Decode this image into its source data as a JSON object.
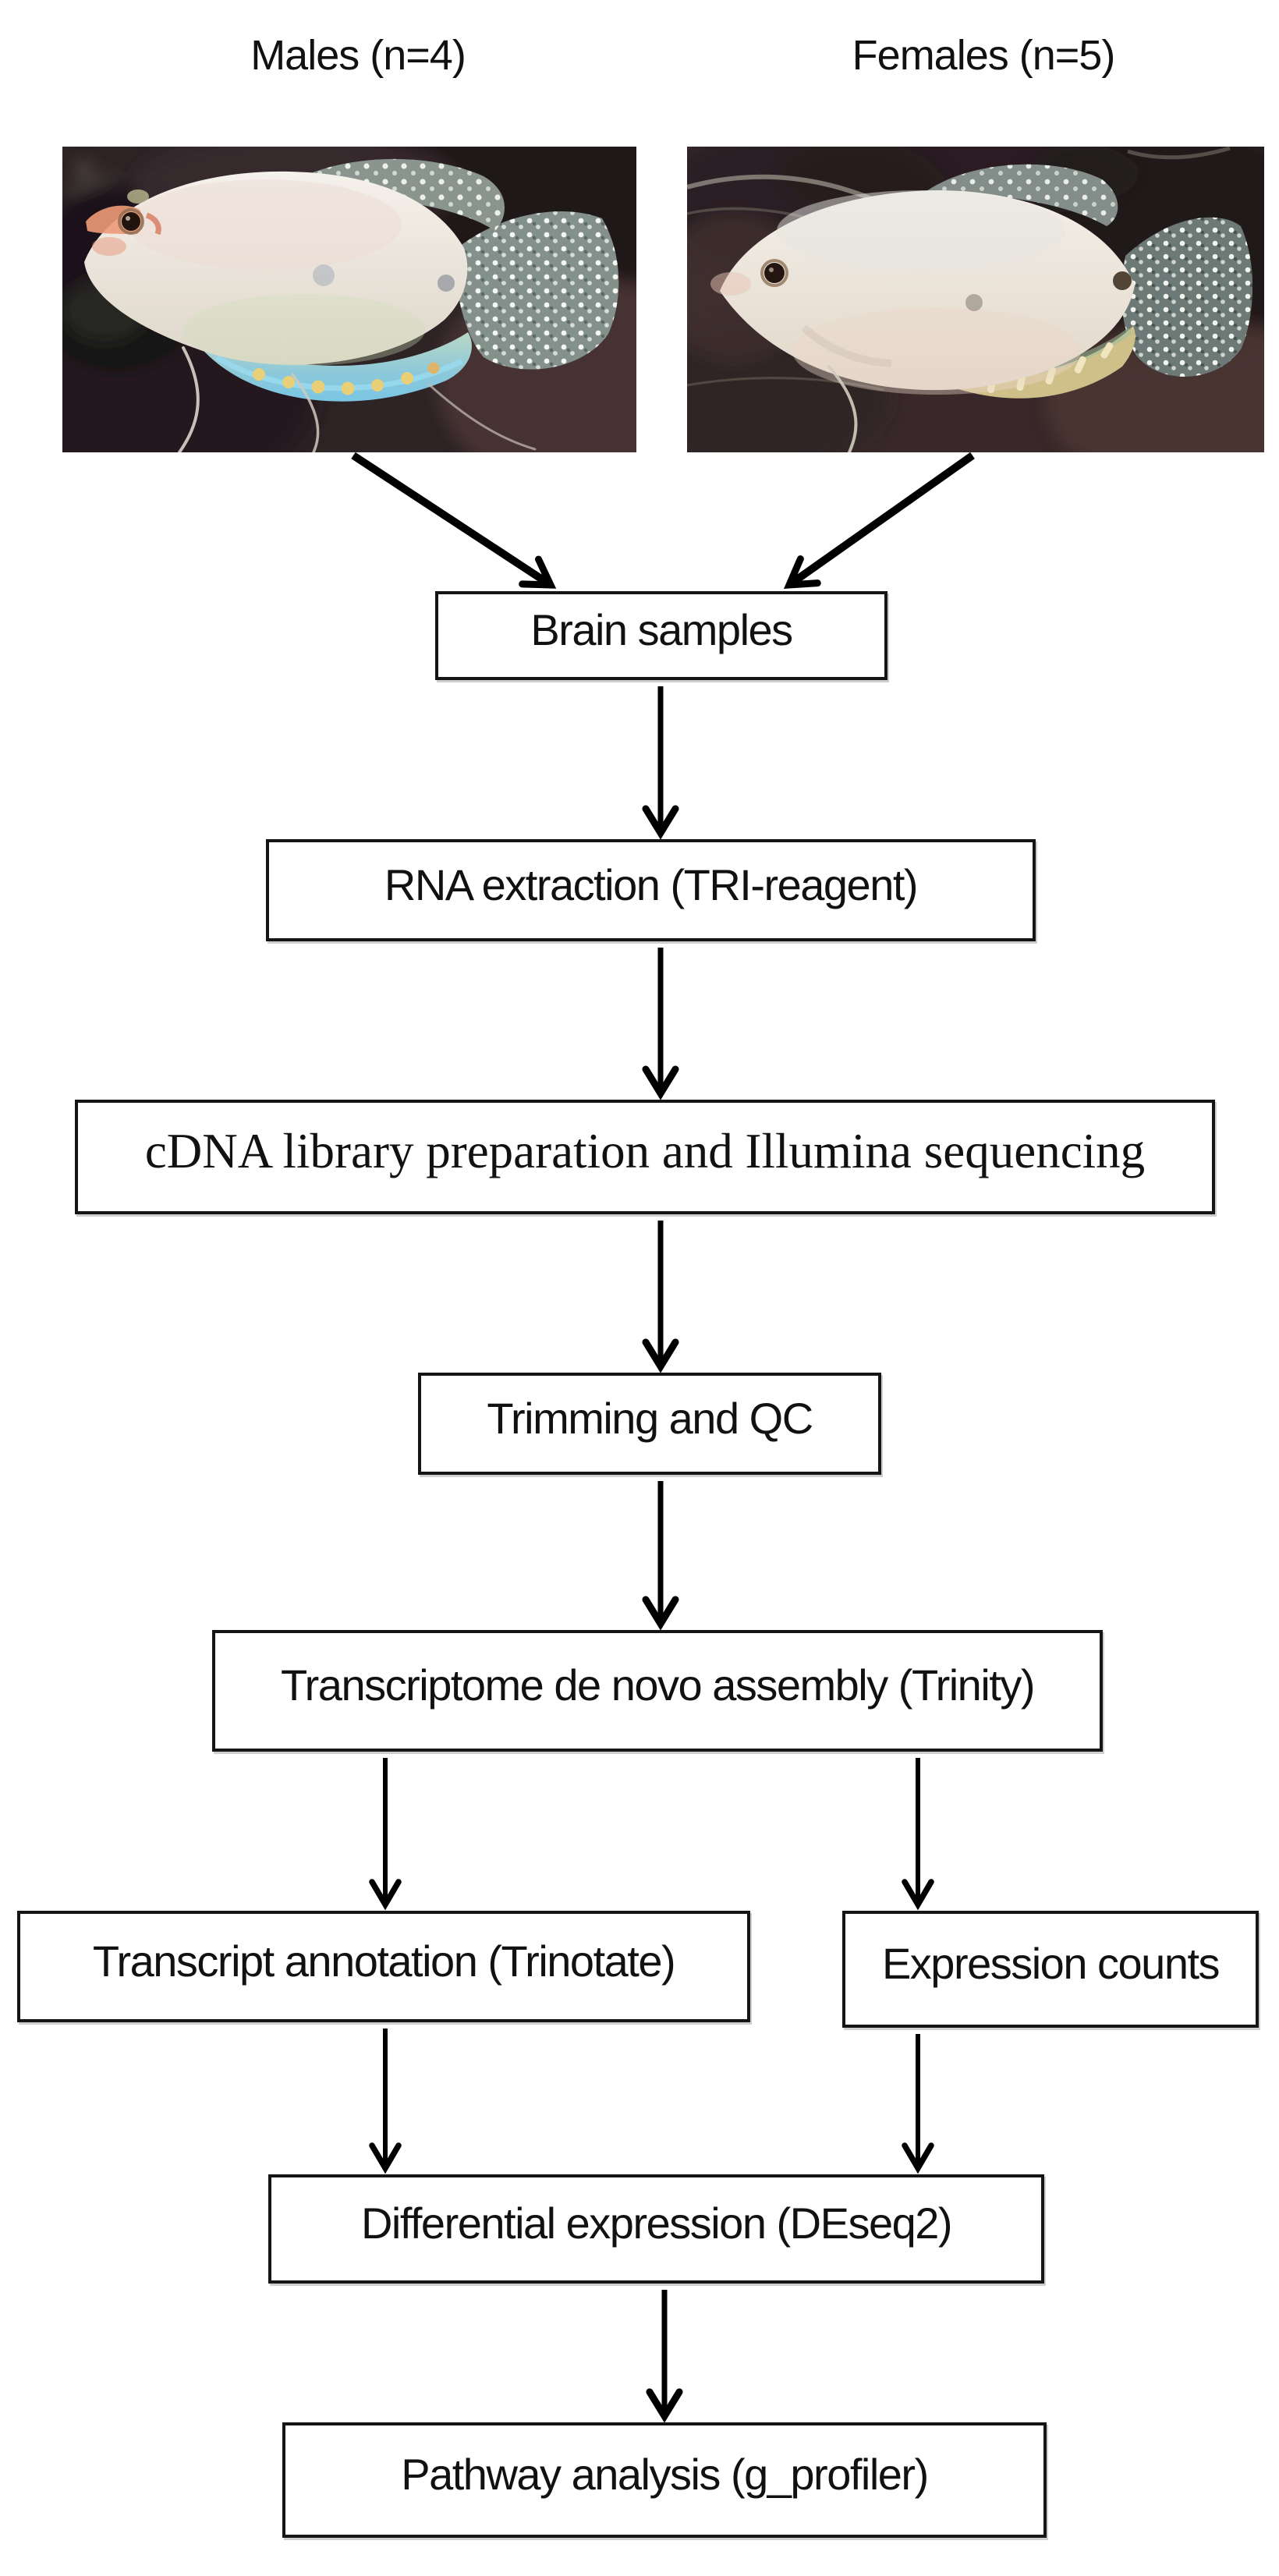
{
  "diagram": {
    "top_labels": {
      "males": "Males (n=4)",
      "females": "Females (n=5)"
    },
    "photos": [
      {
        "name": "male-fish-photo",
        "caption_ref": "males",
        "depicts": "pale opaline gourami fish on dark background, spotted fins, blue-yellow anal fin"
      },
      {
        "name": "female-fish-photo",
        "caption_ref": "females",
        "depicts": "pale plump gourami fish on dark brown background, dark tail spot, yellow-banded anal fin"
      }
    ],
    "nodes": [
      {
        "id": "brain-samples",
        "label": "Brain samples"
      },
      {
        "id": "rna-extraction",
        "label": "RNA extraction (TRI-reagent)"
      },
      {
        "id": "cdna-library-sequencing",
        "label": "cDNA library preparation and Illumina sequencing"
      },
      {
        "id": "trimming-qc",
        "label": "Trimming and QC"
      },
      {
        "id": "transcriptome-assembly",
        "label": "Transcriptome de novo assembly (Trinity)"
      },
      {
        "id": "transcript-annotation",
        "label": "Transcript annotation (Trinotate)"
      },
      {
        "id": "expression-counts",
        "label": "Expression counts"
      },
      {
        "id": "differential-expression",
        "label": "Differential expression (DEseq2)"
      },
      {
        "id": "pathway-analysis",
        "label": "Pathway analysis (g_profiler)"
      }
    ],
    "edges": [
      {
        "from": "male-fish-photo",
        "to": "brain-samples"
      },
      {
        "from": "female-fish-photo",
        "to": "brain-samples"
      },
      {
        "from": "brain-samples",
        "to": "rna-extraction"
      },
      {
        "from": "rna-extraction",
        "to": "cdna-library-sequencing"
      },
      {
        "from": "cdna-library-sequencing",
        "to": "trimming-qc"
      },
      {
        "from": "trimming-qc",
        "to": "transcriptome-assembly"
      },
      {
        "from": "transcriptome-assembly",
        "to": "transcript-annotation"
      },
      {
        "from": "transcriptome-assembly",
        "to": "expression-counts"
      },
      {
        "from": "transcript-annotation",
        "to": "differential-expression"
      },
      {
        "from": "expression-counts",
        "to": "differential-expression"
      },
      {
        "from": "differential-expression",
        "to": "pathway-analysis"
      }
    ],
    "colors": {
      "page_background": "#ffffff",
      "box_fill": "#ffffff",
      "box_border": "#151515",
      "arrow": "#000000",
      "text": "#111111"
    }
  }
}
